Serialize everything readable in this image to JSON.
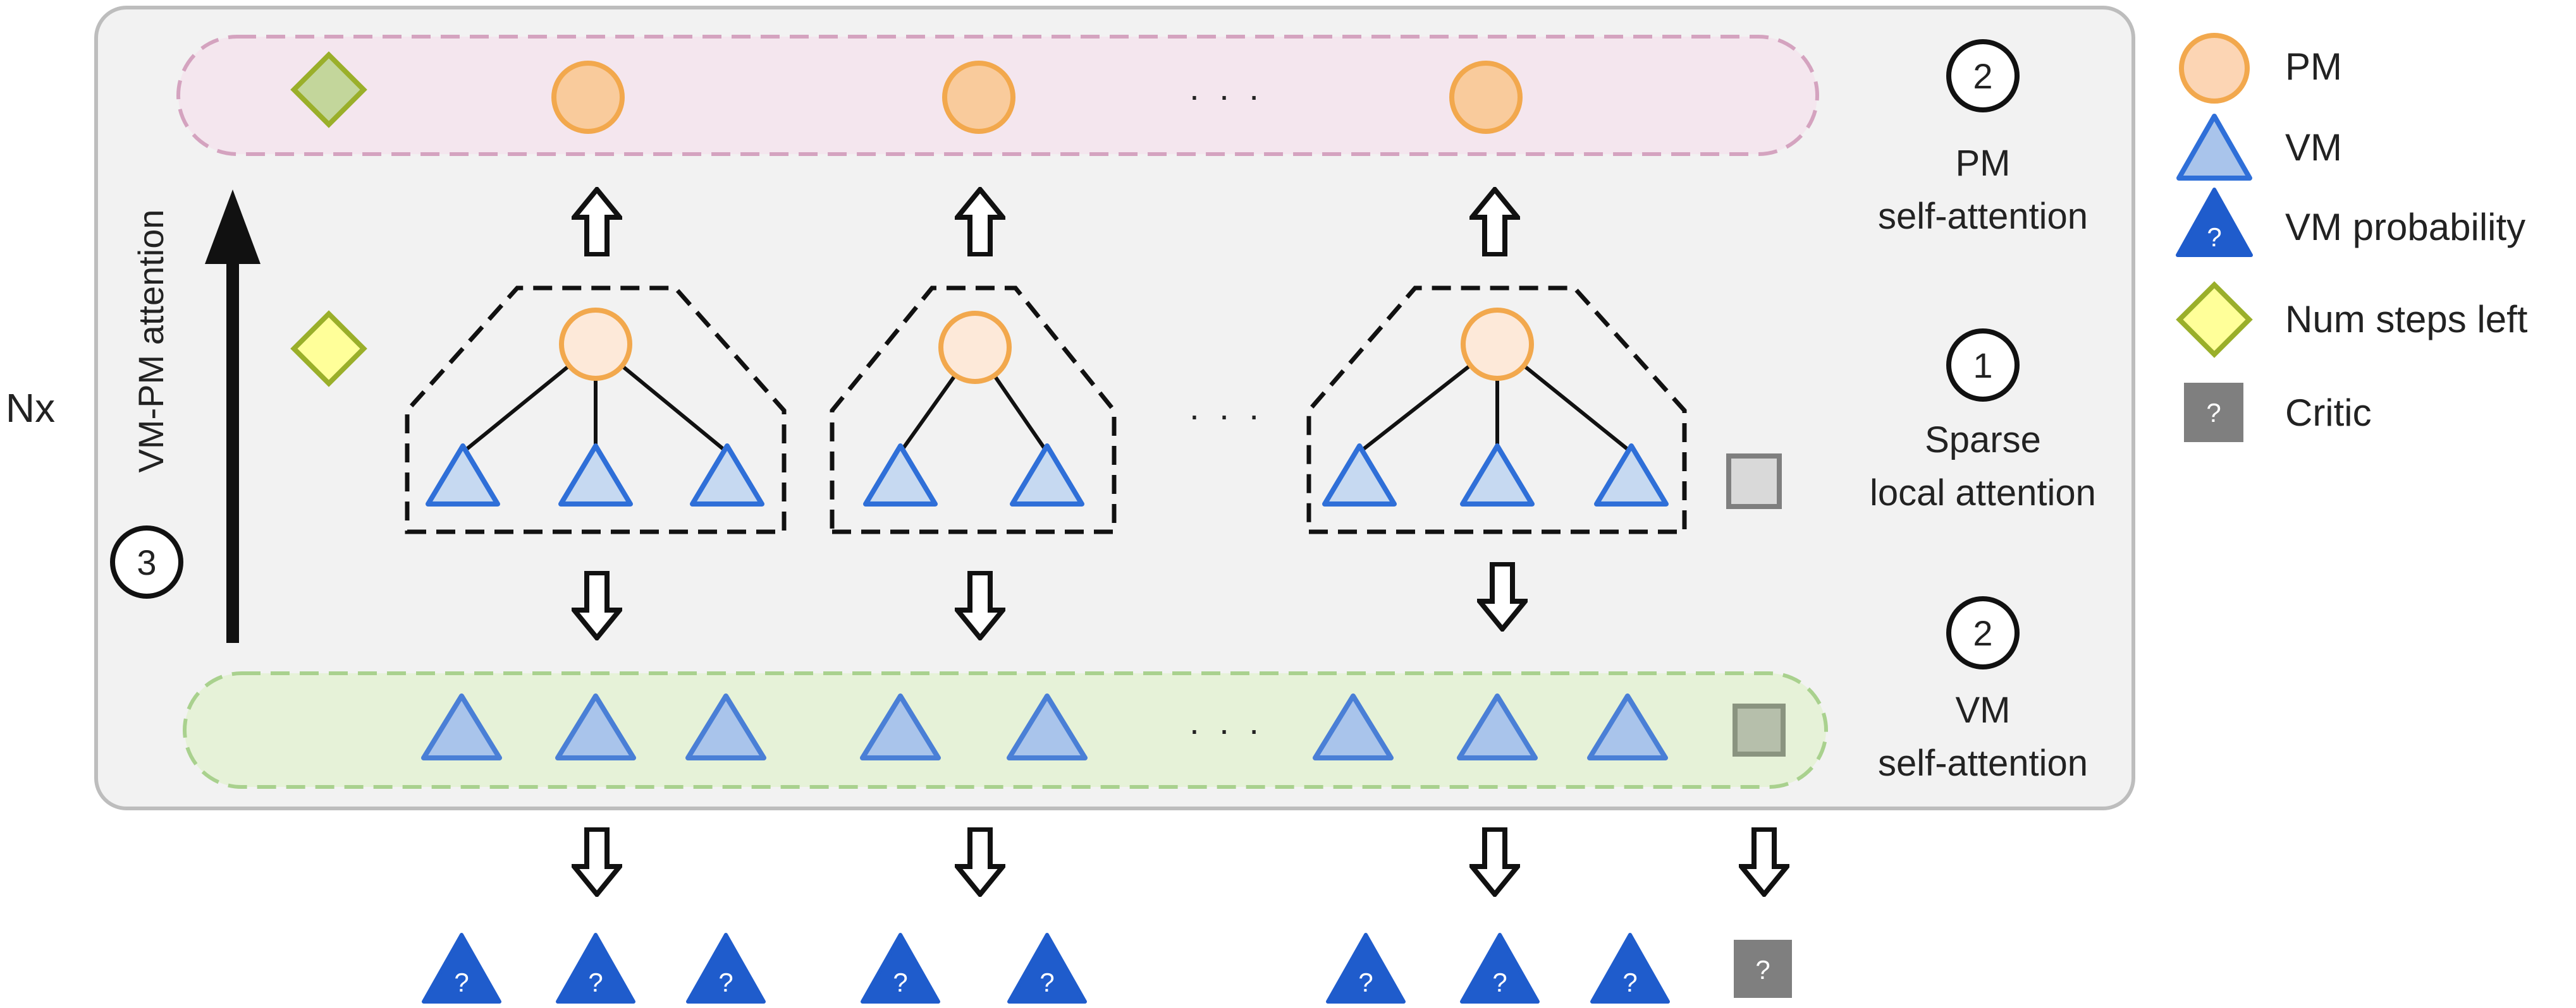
{
  "diagram": {
    "repeat_label": "Nx",
    "vm_pm_attention_label": "VM-PM attention",
    "ellipsis": ". . .",
    "steps": {
      "pm_self_attention": {
        "number": "2",
        "lines": [
          "PM",
          "self-attention"
        ]
      },
      "sparse_local_attention": {
        "number": "1",
        "lines": [
          "Sparse",
          "local attention"
        ]
      },
      "vm_self_attention": {
        "number": "2",
        "lines": [
          "VM",
          "self-attention"
        ]
      },
      "vm_pm_attention": {
        "number": "3"
      }
    },
    "output_marker": "?"
  },
  "legend": {
    "items": [
      {
        "name": "pm",
        "label": "PM"
      },
      {
        "name": "vm",
        "label": "VM"
      },
      {
        "name": "vm-probability",
        "label": "VM probability"
      },
      {
        "name": "num-steps-left",
        "label": "Num steps left"
      },
      {
        "name": "critic",
        "label": "Critic"
      }
    ]
  },
  "colors": {
    "block_background": "#f2f2f2",
    "pm_fill": "#f9cb9c",
    "pm_stroke": "#f2a84d",
    "vm_fill": "#a9c4eb",
    "vm_stroke": "#2f6fd8",
    "vm_probability_fill": "#1f5ccc",
    "steps_left_fill": "#c3d69b",
    "steps_left_stroke": "#9aaf2a",
    "critic_fill": "#7f7f7f",
    "pm_band": "#f4e6ee",
    "vm_band": "#e6f2d8"
  }
}
